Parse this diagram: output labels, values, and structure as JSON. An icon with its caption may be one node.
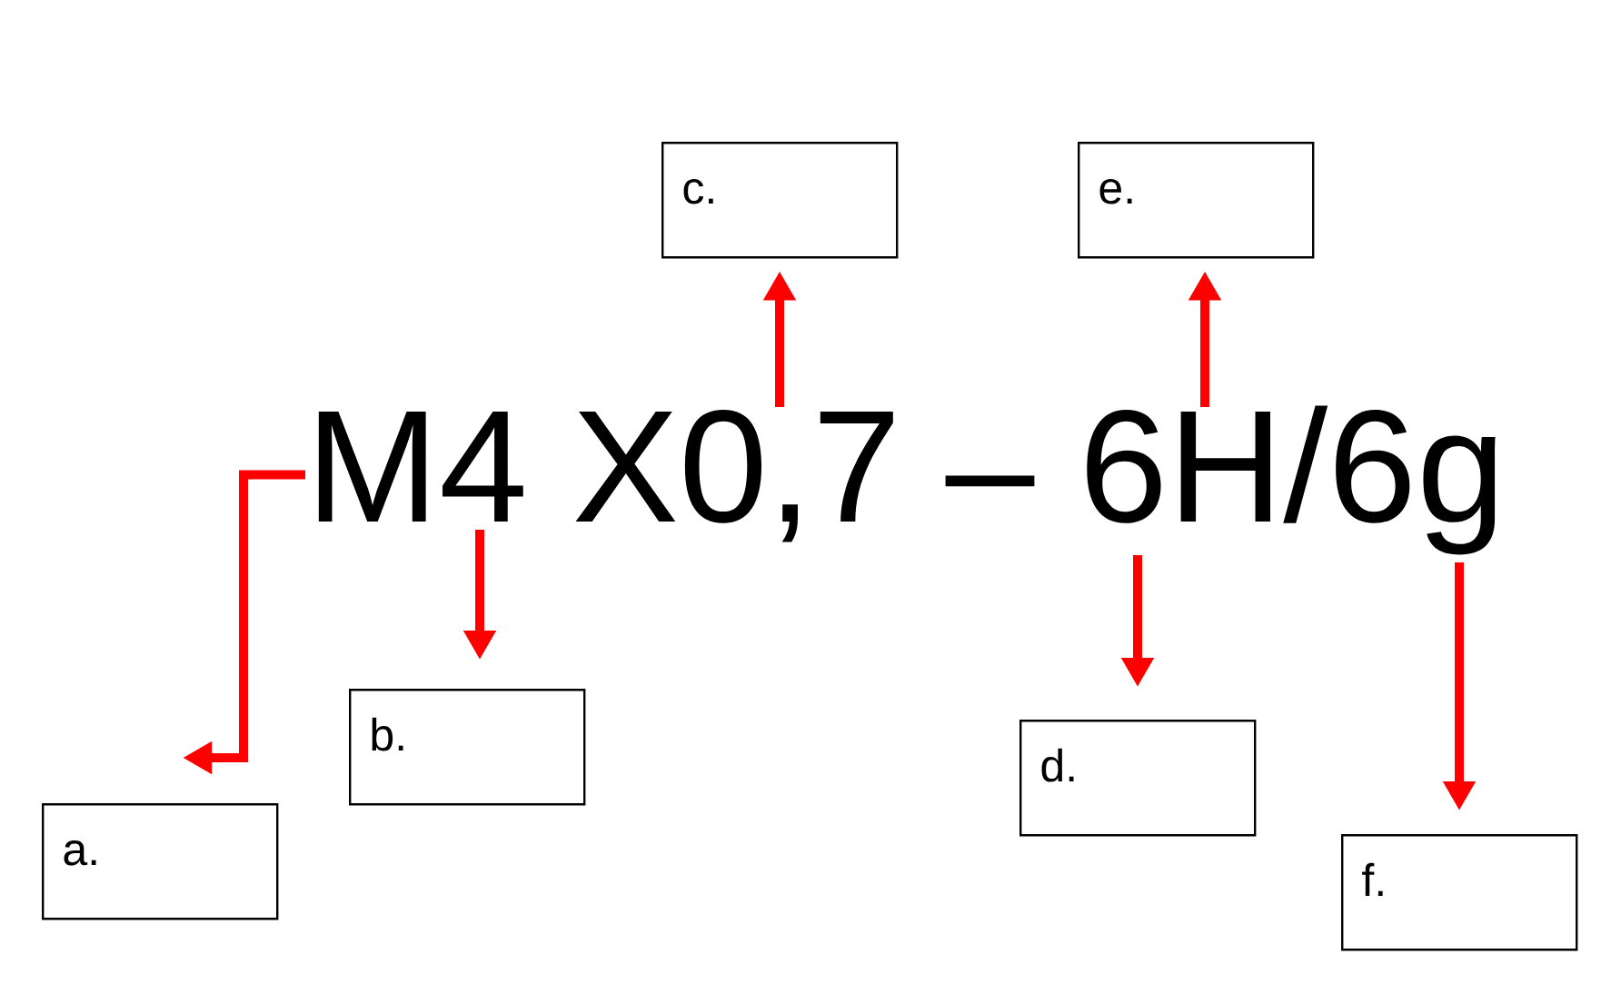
{
  "diagram": {
    "nodes": [
      {
        "text": [
          "M4 X0,7 – 6H/6g"
        ]
      },
      {
        "text": [
          "a."
        ]
      },
      {
        "text": [
          "b."
        ]
      },
      {
        "text": [
          "c."
        ]
      },
      {
        "text": [
          "d."
        ]
      },
      {
        "text": [
          "e."
        ]
      },
      {
        "text": [
          "f."
        ]
      }
    ],
    "edges": [
      {
        "from": 0,
        "to": 1,
        "arrow": "to"
      },
      {
        "from": 0,
        "to": 2,
        "arrow": "to"
      },
      {
        "from": 0,
        "to": 3,
        "arrow": "to"
      },
      {
        "from": 0,
        "to": 4,
        "arrow": "to"
      },
      {
        "from": 0,
        "to": 5,
        "arrow": "to"
      },
      {
        "from": 0,
        "to": 6,
        "arrow": "to"
      }
    ]
  }
}
